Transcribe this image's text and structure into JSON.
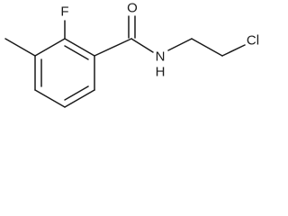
{
  "molecule": {
    "atoms": {
      "fluorine": "F",
      "oxygen": "O",
      "nitrogen_hydrogen": "N\nH",
      "chlorine": "Cl"
    }
  }
}
